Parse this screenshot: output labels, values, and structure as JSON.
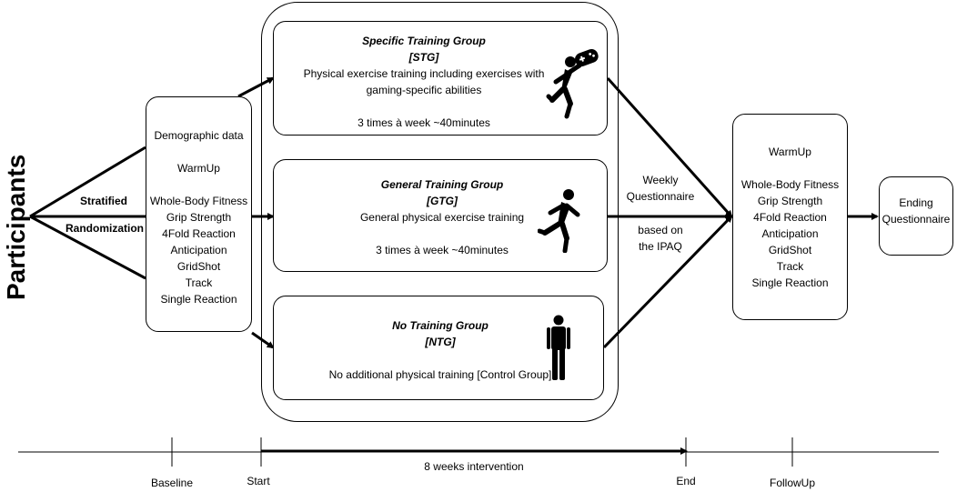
{
  "participants_label": "Participants",
  "randomization": {
    "line1": "Stratified",
    "line2": "Randomization"
  },
  "baseline_box": {
    "items": [
      "Demographic data",
      "",
      "WarmUp",
      "",
      "Whole-Body Fitness",
      "Grip Strength",
      "4Fold Reaction",
      "Anticipation",
      "GridShot",
      "Track",
      "Single Reaction"
    ]
  },
  "groups": {
    "stg": {
      "title": "Specific Training Group",
      "abbr": "[STG]",
      "desc1": "Physical exercise training including exercises with",
      "desc2": "gaming-specific abilities",
      "freq": "3 times à week ~40minutes",
      "icon": "running-gamer-icon"
    },
    "gtg": {
      "title": "General Training Group",
      "abbr": "[GTG]",
      "desc1": "General physical exercise training",
      "freq": "3 times à week ~40minutes",
      "icon": "running-person-icon"
    },
    "ntg": {
      "title": "No Training Group",
      "abbr": "[NTG]",
      "desc1": "No additional physical training [Control Group]",
      "icon": "standing-person-icon"
    }
  },
  "questionnaire_label": {
    "line1": "Weekly",
    "line2": "Questionnaire",
    "line3": "based on",
    "line4": "the IPAQ"
  },
  "followup_box": {
    "items": [
      "WarmUp",
      "",
      "Whole-Body Fitness",
      "Grip Strength",
      "4Fold Reaction",
      "Anticipation",
      "GridShot",
      "Track",
      "Single Reaction"
    ]
  },
  "ending_box": {
    "line1": "Ending",
    "line2": "Questionnaire"
  },
  "timeline": {
    "baseline": "Baseline",
    "start": "Start",
    "intervention": "8 weeks intervention",
    "end": "End",
    "followup": "FollowUp"
  }
}
